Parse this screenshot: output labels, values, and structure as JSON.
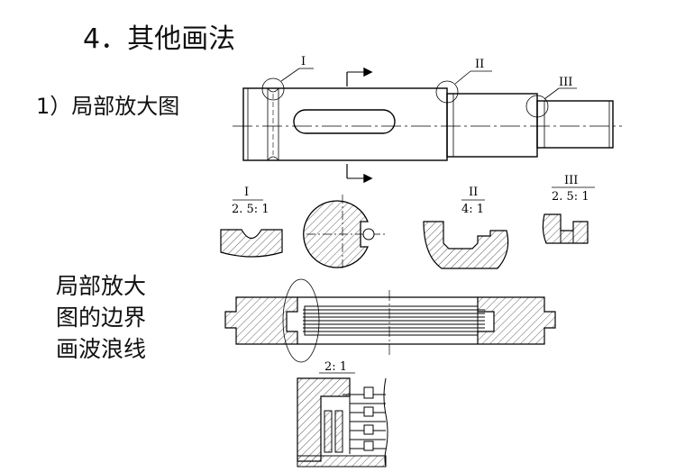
{
  "heading": "4．其他画法",
  "subheading": "1）局部放大图",
  "side_note": [
    "局部放大",
    "图的边界",
    "画波浪线"
  ],
  "detail_marks": {
    "mark1": "I",
    "mark2": "II",
    "mark3": "III"
  },
  "detail_scales": {
    "d1_label": "I",
    "d1_scale": "2. 5: 1",
    "d2_label": "II",
    "d2_scale": "4: 1",
    "d3_label": "III",
    "d3_scale": "2. 5: 1",
    "d4_scale": "2: 1"
  }
}
